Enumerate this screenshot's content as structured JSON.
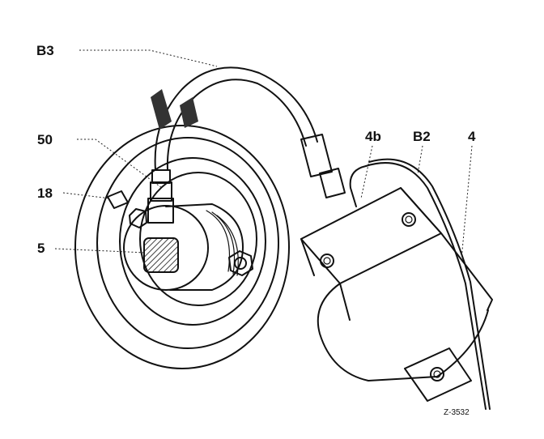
{
  "labels": {
    "b3": "B3",
    "p50": "50",
    "p18": "18",
    "p5": "5",
    "p4b": "4b",
    "b2": "B2",
    "p4": "4"
  },
  "figure_ref": "Z-3532"
}
